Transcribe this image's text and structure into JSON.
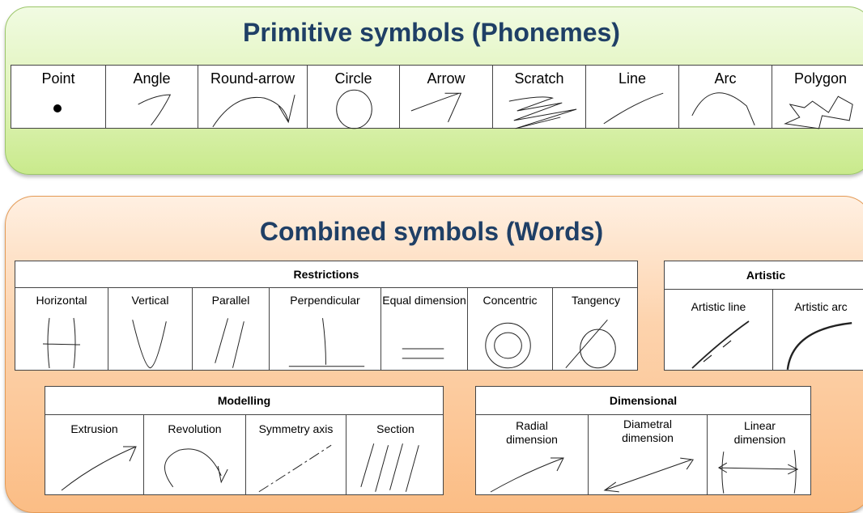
{
  "primitive": {
    "title": "Primitive symbols (Phonemes)",
    "items": [
      {
        "label": "Point",
        "icon": "point-sketch"
      },
      {
        "label": "Angle",
        "icon": "angle-sketch"
      },
      {
        "label": "Round-arrow",
        "icon": "round-arrow-sketch"
      },
      {
        "label": "Circle",
        "icon": "circle-sketch"
      },
      {
        "label": "Arrow",
        "icon": "arrow-sketch"
      },
      {
        "label": "Scratch",
        "icon": "scratch-sketch"
      },
      {
        "label": "Line",
        "icon": "line-sketch"
      },
      {
        "label": "Arc",
        "icon": "arc-sketch"
      },
      {
        "label": "Polygon",
        "icon": "polygon-sketch"
      }
    ]
  },
  "combined": {
    "title": "Combined symbols (Words)",
    "restrictions": {
      "heading": "Restrictions",
      "items": [
        {
          "label": "Horizontal",
          "icon": "horizontal-sketch"
        },
        {
          "label": "Vertical",
          "icon": "vertical-sketch"
        },
        {
          "label": "Parallel",
          "icon": "parallel-sketch"
        },
        {
          "label": "Perpendicular",
          "icon": "perpendicular-sketch"
        },
        {
          "label": "Equal dimension",
          "icon": "equal-dimension-sketch"
        },
        {
          "label": "Concentric",
          "icon": "concentric-sketch"
        },
        {
          "label": "Tangency",
          "icon": "tangency-sketch"
        }
      ]
    },
    "artistic": {
      "heading": "Artistic",
      "items": [
        {
          "label": "Artistic line",
          "icon": "artistic-line-sketch"
        },
        {
          "label": "Artistic arc",
          "icon": "artistic-arc-sketch"
        }
      ]
    },
    "modelling": {
      "heading": "Modelling",
      "items": [
        {
          "label": "Extrusion",
          "icon": "extrusion-sketch"
        },
        {
          "label": "Revolution",
          "icon": "revolution-sketch"
        },
        {
          "label": "Symmetry axis",
          "icon": "symmetry-axis-sketch"
        },
        {
          "label": "Section",
          "icon": "section-sketch"
        }
      ]
    },
    "dimensional": {
      "heading": "Dimensional",
      "items": [
        {
          "label": "Radial dimension",
          "icon": "radial-dimension-sketch"
        },
        {
          "label": "Diametral dimension",
          "icon": "diametral-dimension-sketch"
        },
        {
          "label": "Linear dimension",
          "icon": "linear-dimension-sketch"
        }
      ]
    }
  }
}
